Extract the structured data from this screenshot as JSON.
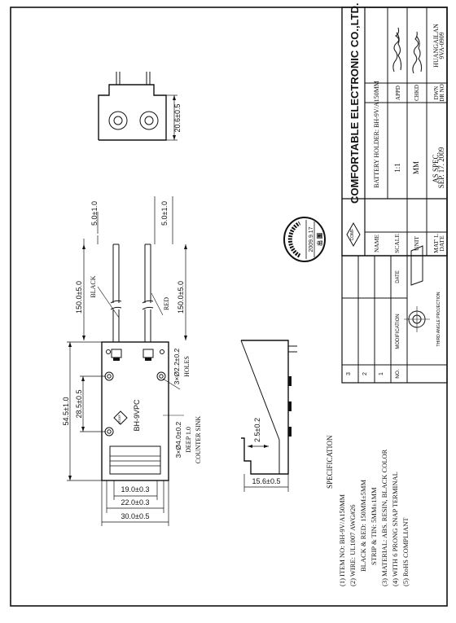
{
  "title_block": {
    "company": "COMFORTABLE ELECTRONIC CO.,LTD.",
    "logo_text": "COMF",
    "name_label": "NAME",
    "name_value": "BATTERY HOLDER: BH-9V/A150MM",
    "scale_label": "SCALE",
    "scale_value": "1:1",
    "unit_label": "UNIT",
    "unit_value": "MM",
    "material_label": "MAT' L",
    "material_value": "AS SPEC.",
    "date_label": "DATE",
    "date_value": "SEP. 17. 2009",
    "appd_label": "APPD",
    "chkd_label": "CHKD",
    "dwn_label": "DWN",
    "dwn_value": "HUANGAILAN",
    "drno_label": "DR NO",
    "drno_value": "9VA-0909"
  },
  "revision_table": {
    "no_label": "NO.",
    "modification_label": "MODIFICATION",
    "date_label": "DATE",
    "rows": [
      "1",
      "2",
      "3"
    ],
    "projection_label": "THIRD ANGLE PROJECTION"
  },
  "stamp": {
    "date": "2009.9.17",
    "mark": "出 圖"
  },
  "dimensions": {
    "d_20_6": "20.6±0.5",
    "d_5_0_a": "5.0±1.0",
    "d_5_0_b": "5.0±1.0",
    "d_150_a": "150.0±5.0",
    "d_150_b": "150.0±5.0",
    "d_54_5": "54.5±1.0",
    "d_28_5": "28.5±0.5",
    "d_hole": "3×Ø2.2±0.2",
    "d_hole_note": "HOLES",
    "d_cs": "3×Ø4.0±0.2",
    "d_cs_deep": "DEEP 1.0",
    "d_cs_note": "COUNTER SINK",
    "d_19": "19.0±0.3",
    "d_22": "22.0±0.3",
    "d_30": "30.0±0.5",
    "d_2_5": "2.5±0.2",
    "d_15_6": "15.6±0.5"
  },
  "labels": {
    "black": "BLACK",
    "red": "RED",
    "model": "BH-9VPC",
    "part_logo": "COMF"
  },
  "specification": {
    "heading": "SPECIFICATION",
    "lines": [
      "(1) ITEM NO: BH-9V/A150MM",
      "(2) WIRE: UL1007 AWG#26",
      "BLACK & RED: 150MM±5MM",
      "STRIP & TIN: 5MM±1MM",
      "(3) MATERIAL: ABS. RESIN, BLACK COLOR",
      "(4) WITH 6 PRONG SNAP TERMINAL",
      "(5) RoHS COMPLIANT"
    ]
  }
}
